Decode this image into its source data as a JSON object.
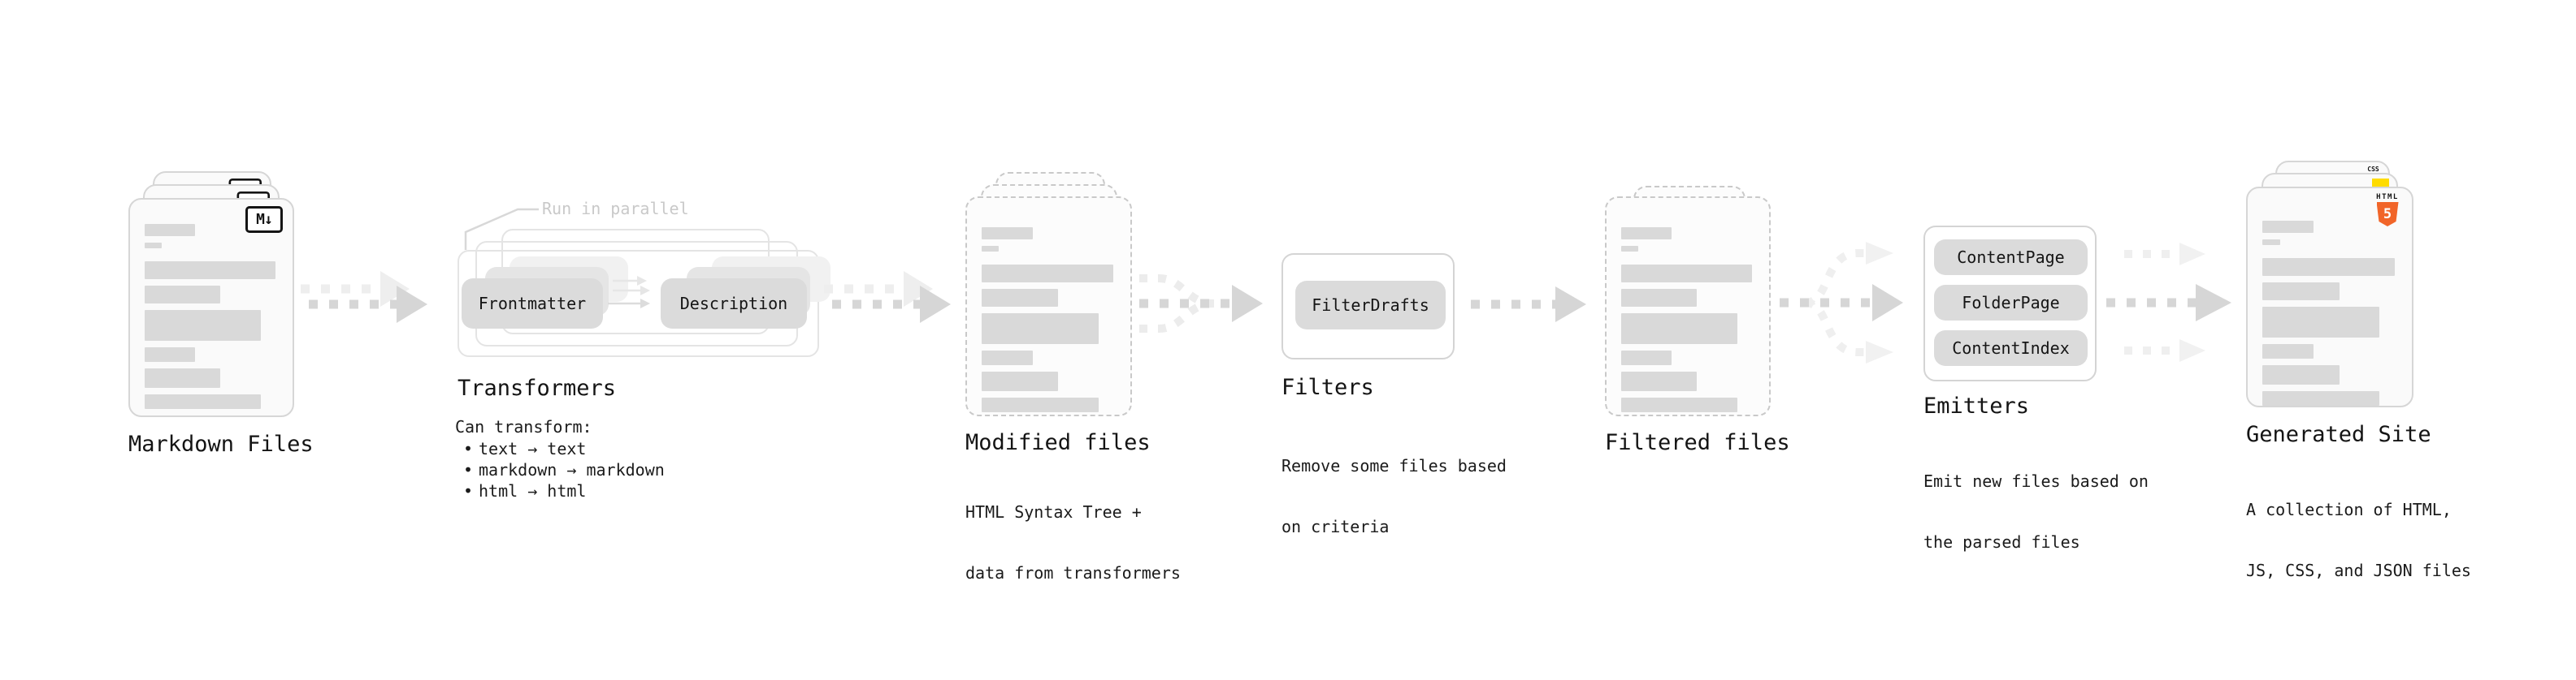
{
  "bar_pattern": [
    [
      38,
      15,
      8
    ],
    [
      13,
      7,
      16
    ],
    [
      98,
      22,
      8
    ],
    [
      57,
      22,
      8
    ],
    [
      87,
      38,
      8
    ],
    [
      38,
      18,
      8
    ],
    [
      57,
      24,
      8
    ],
    [
      87,
      18,
      0
    ]
  ],
  "colors": {
    "card_bg": "#fafafa",
    "card_border": "#d6d6d6",
    "dashed_border": "#c9c9c9",
    "bar": "#d9d9d9",
    "pill_bg": "#dbdbdb",
    "arrow": "#d6d6d6",
    "arrow_light": "#eeeeee",
    "note_text": "#c9c9c9",
    "text": "#1b1b1b",
    "html5_orange": "#f16529",
    "js_yellow": "#ffdc00",
    "css_blue": "#2760e6"
  },
  "markdown_files": {
    "title": "Markdown Files",
    "icon_label": "M↓"
  },
  "transformers": {
    "title": "Transformers",
    "note": "Run in parallel",
    "step1": "Frontmatter",
    "step2": "Description",
    "caption_heading": "Can transform:",
    "bullet_char": "•",
    "bullets": [
      "text → text",
      "markdown → markdown",
      "html → html"
    ]
  },
  "modified_files": {
    "title": "Modified files",
    "caption": [
      "HTML Syntax Tree +",
      "data from transformers"
    ]
  },
  "filters": {
    "title": "Filters",
    "item": "FilterDrafts",
    "caption": [
      "Remove some files based",
      "on criteria"
    ]
  },
  "filtered_files": {
    "title": "Filtered files"
  },
  "emitters": {
    "title": "Emitters",
    "items": [
      "ContentPage",
      "FolderPage",
      "ContentIndex"
    ],
    "caption": [
      "Emit new files based on",
      "the parsed files"
    ]
  },
  "generated_site": {
    "title": "Generated Site",
    "caption": [
      "A collection of HTML,",
      "JS, CSS, and JSON files"
    ],
    "css_badge": "CSS",
    "html_badge_word": "HTML",
    "html_badge_number": "5"
  }
}
